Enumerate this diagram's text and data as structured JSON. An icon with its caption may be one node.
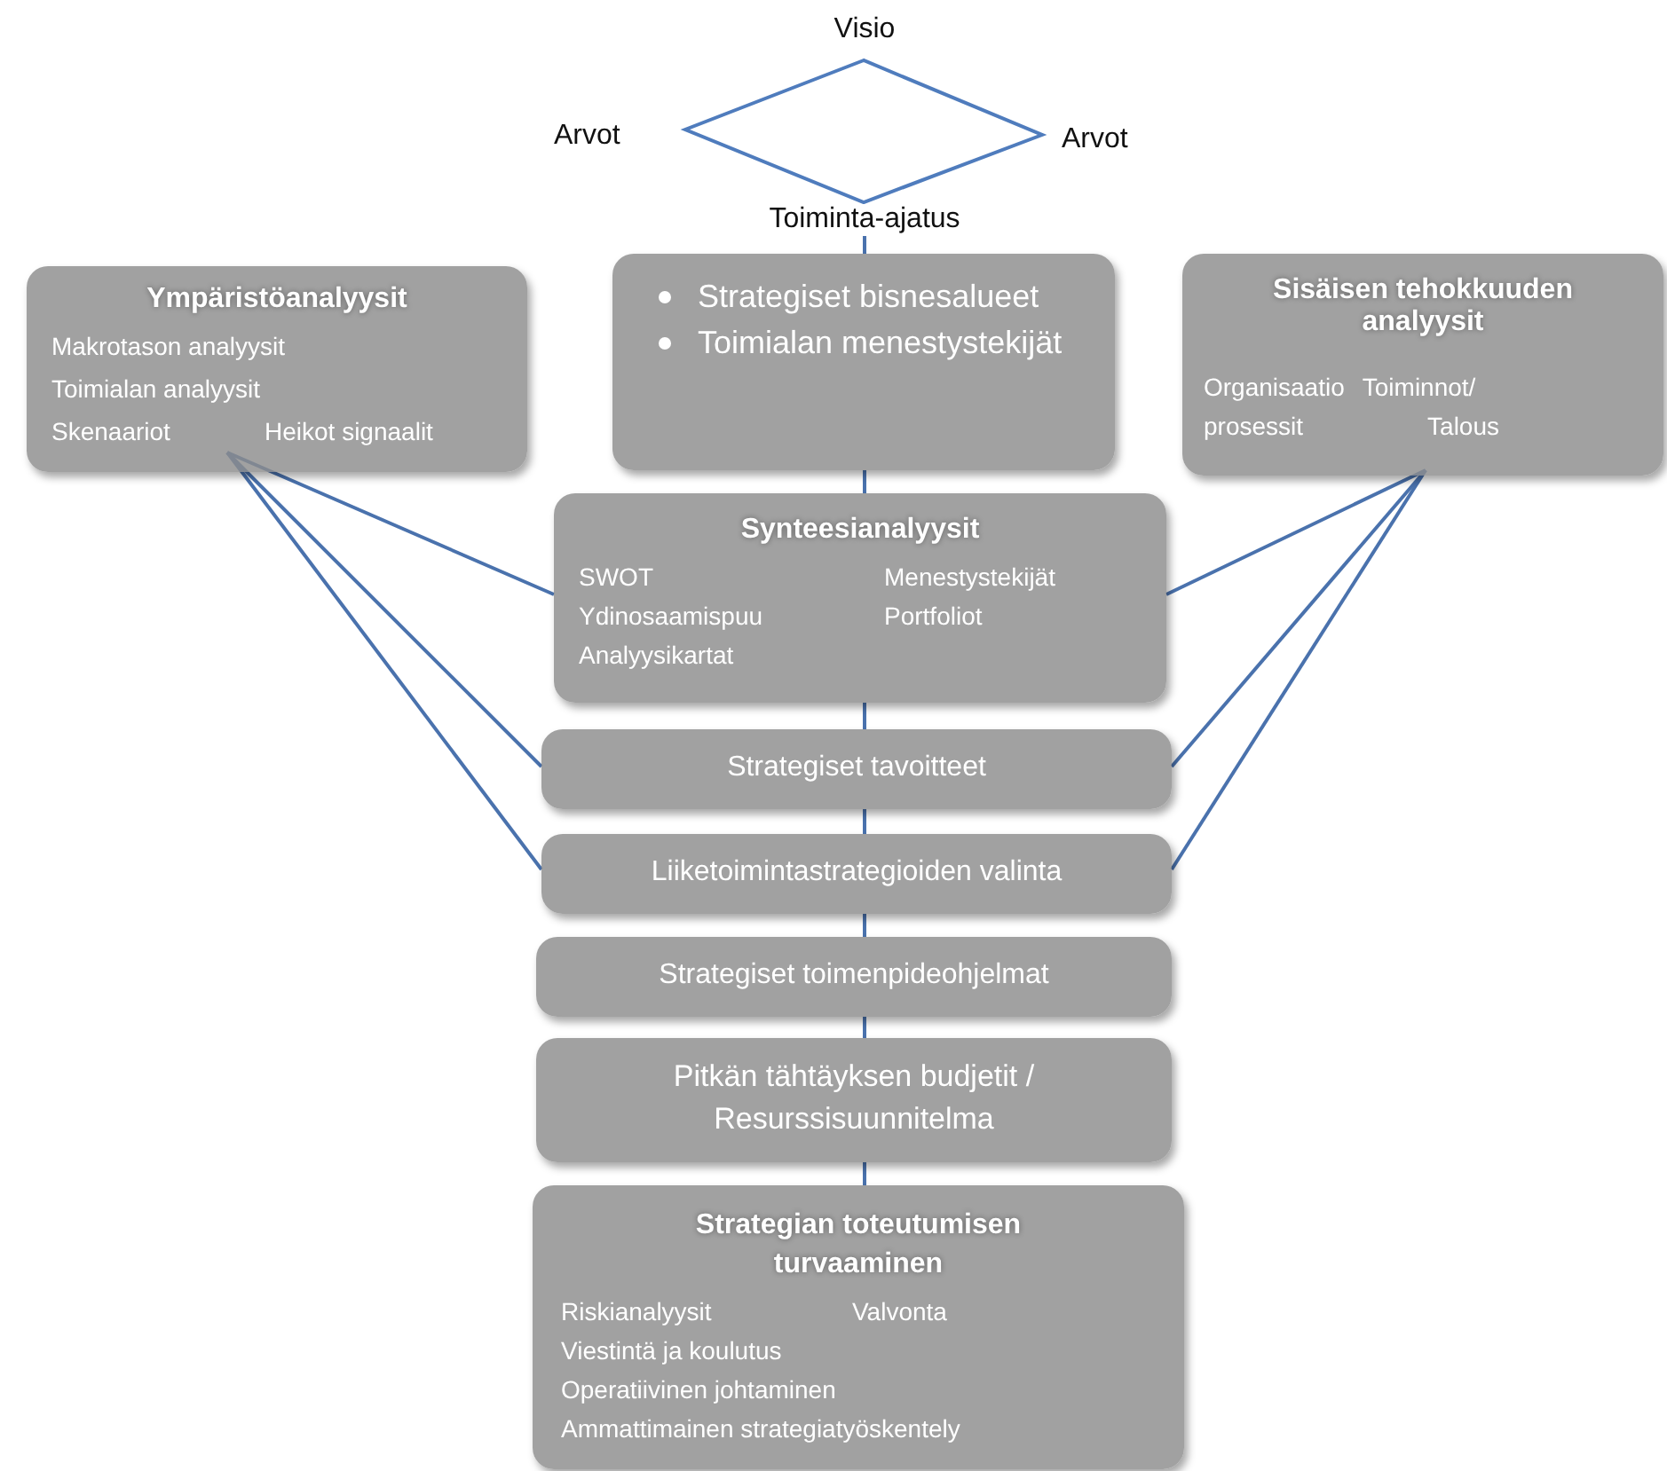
{
  "diagram": {
    "nodes": [
      {
        "text": [],
        "shape": "diamond",
        "beside": [
          "Visio",
          "Arvot",
          "Arvot",
          "Toiminta-ajatus"
        ]
      },
      {
        "text": [
          "Ympäristöanalyysit",
          "Makrotason analyysit",
          "Toimialan analyysit",
          "Skenaariot",
          "Heikot signaalit"
        ]
      },
      {
        "text": [
          "Strategiset bisnesalueet",
          "Toimialan menestystekijät"
        ]
      },
      {
        "text": [
          "Sisäisen tehokkuuden analyysit",
          "Organisaatio",
          "Toiminnot/ prosessit",
          "Talous"
        ]
      },
      {
        "text": [
          "Synteesianalyysit",
          "SWOT",
          "Ydinosaamispuu",
          "Analyysikartat",
          "Menestystekijät",
          "Portfoliot"
        ]
      },
      {
        "text": [
          "Strategiset tavoitteet"
        ]
      },
      {
        "text": [
          "Liiketoimintastrategioiden valinta"
        ]
      },
      {
        "text": [
          "Strategiset toimenpideohjelmat"
        ]
      },
      {
        "text": [
          "Pitkän tähtäyksen budjetit / Resurssisuunnitelma"
        ]
      },
      {
        "text": [
          "Strategian toteutumisen turvaaminen",
          "Riskianalyysit",
          "Valvonta",
          "Viestintä ja koulutus",
          "Operatiivinen johtaminen",
          "Ammattimainen strategiatyöskentely"
        ]
      }
    ],
    "edges": [
      {
        "from": 0,
        "to": 2,
        "arrow": "none"
      },
      {
        "from": 2,
        "to": 4,
        "arrow": "none"
      },
      {
        "from": 4,
        "to": 5,
        "arrow": "none"
      },
      {
        "from": 5,
        "to": 6,
        "arrow": "none"
      },
      {
        "from": 6,
        "to": 7,
        "arrow": "none"
      },
      {
        "from": 7,
        "to": 8,
        "arrow": "none"
      },
      {
        "from": 8,
        "to": 9,
        "arrow": "none"
      },
      {
        "from": 1,
        "to": 4,
        "arrow": "none"
      },
      {
        "from": 1,
        "to": 5,
        "arrow": "none"
      },
      {
        "from": 1,
        "to": 6,
        "arrow": "none"
      },
      {
        "from": 3,
        "to": 4,
        "arrow": "none"
      },
      {
        "from": 3,
        "to": 5,
        "arrow": "none"
      },
      {
        "from": 3,
        "to": 6,
        "arrow": "none"
      }
    ]
  }
}
